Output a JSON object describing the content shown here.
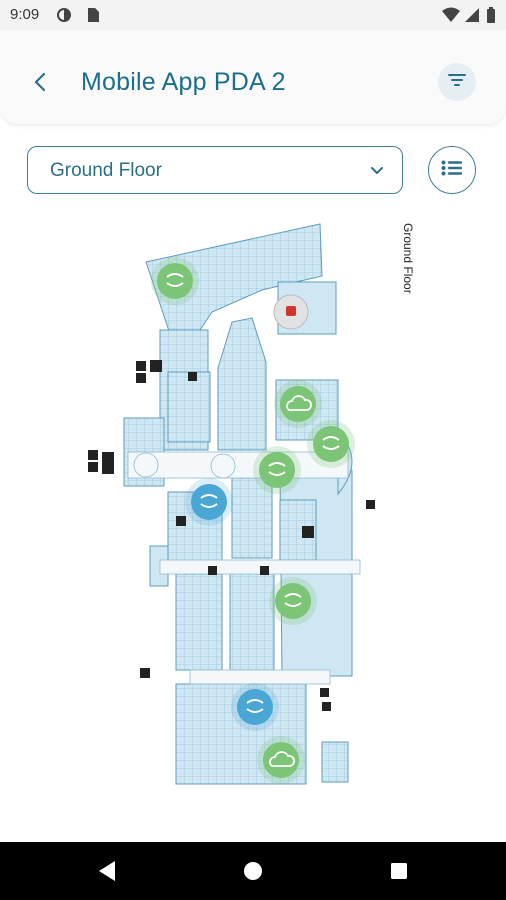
{
  "status_bar": {
    "time": "9:09",
    "left_icons": [
      "app-notification-icon",
      "sim-card-icon"
    ],
    "right_icons": [
      "wifi-icon",
      "cellular-signal-icon",
      "battery-icon"
    ]
  },
  "header": {
    "title": "Mobile App PDA 2",
    "back_icon": "chevron-left-icon",
    "filter_icon": "filter-icon"
  },
  "floor_selector": {
    "selected": "Ground Floor",
    "chevron_icon": "chevron-down-icon",
    "list_icon": "list-icon"
  },
  "map": {
    "floor_label": "Ground Floor",
    "sensor_icons": [
      "cloud-sensor-icon",
      "wind-sensor-icon"
    ],
    "colors": {
      "store_fill": "#cfe6f3",
      "store_stroke": "#5e9dbd",
      "corridor": "#f4f8fb",
      "green_marker": "#7cc576",
      "blue_marker": "#4aa6d4"
    }
  },
  "nav_bar": {
    "buttons": [
      "back-triangle-icon",
      "home-circle-icon",
      "recents-square-icon"
    ]
  }
}
